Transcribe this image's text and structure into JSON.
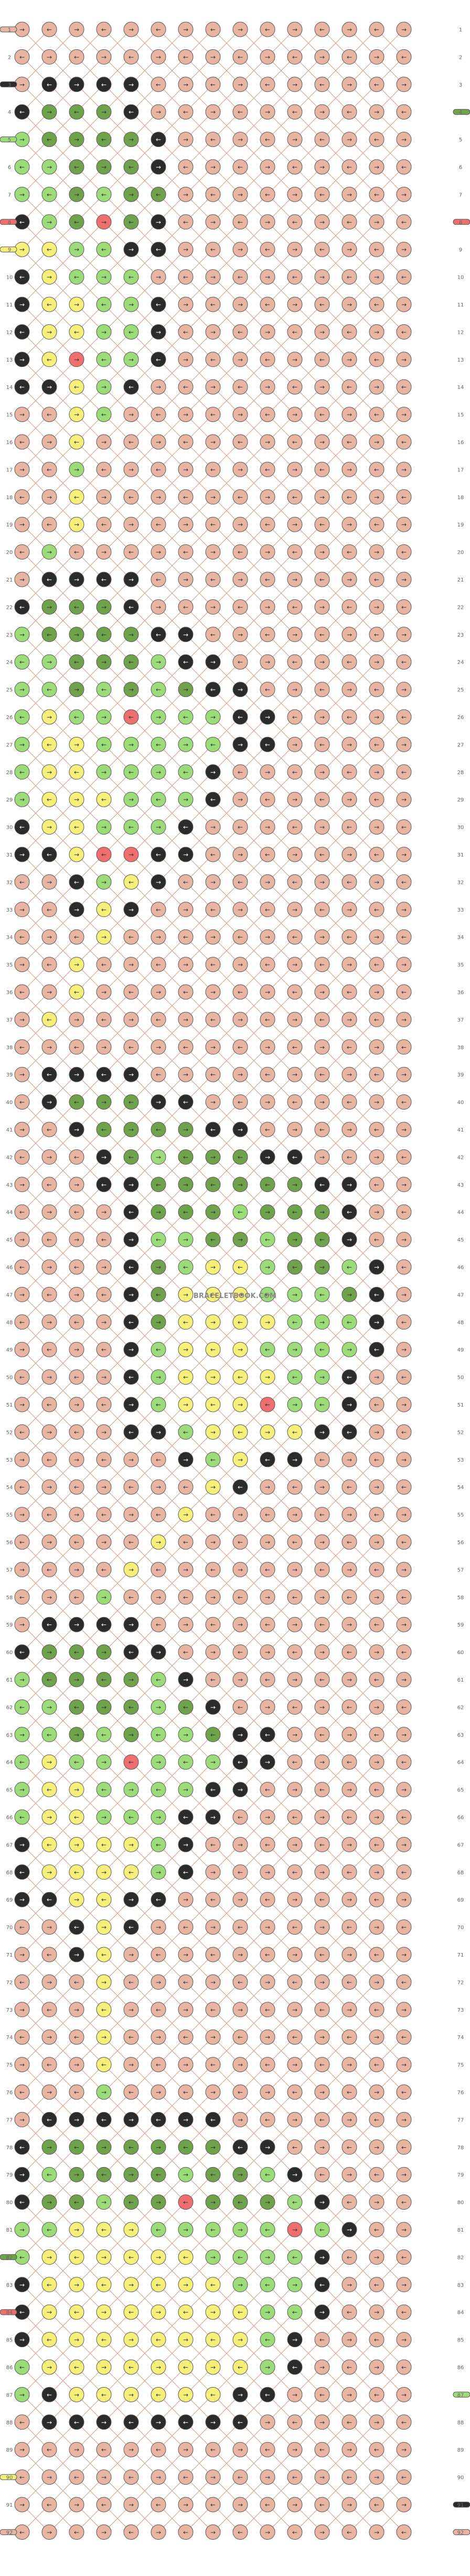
{
  "title": "",
  "watermark": "BRACELETBOOK.COM",
  "grid": {
    "rows": 92,
    "knot_columns": 15,
    "strands": 16
  },
  "colors": {
    "A": "#e8b5a3",
    "B": "#2b2b2b",
    "C": "#6fa24b",
    "D": "#9bdc78",
    "E": "#f6f07a",
    "F": "#ef6f6f"
  },
  "legend_left": [
    {
      "row": 1,
      "color": "A"
    },
    {
      "row": 3,
      "color": "B"
    },
    {
      "row": 5,
      "color": "D"
    },
    {
      "row": 8,
      "color": "F"
    },
    {
      "row": 9,
      "color": "E"
    },
    {
      "row": 82,
      "color": "C"
    },
    {
      "row": 84,
      "color": "F"
    },
    {
      "row": 90,
      "color": "E"
    },
    {
      "row": 92,
      "color": "A"
    }
  ],
  "legend_right": [
    {
      "row": 4,
      "color": "C"
    },
    {
      "row": 8,
      "color": "F"
    },
    {
      "row": 87,
      "color": "D"
    },
    {
      "row": 91,
      "color": "B"
    },
    {
      "row": 92,
      "color": "A"
    }
  ],
  "pattern_rows": [
    "AAAAAAAAAAAAAAA",
    "AAAAAAAAAAAAAAA",
    "ABBBBAAAAAAAAAA",
    "BCCCBAAAAAAAAAA",
    "DCCCCBAAAAAAAAA",
    "DDCCCBAAAAAAAAA",
    "DDCDCCAAAAAAAAA",
    "BDCFCBAAAAAAAAA",
    "EEDDBBAAAAAAAAA",
    "BEDDDAAAAAAAAAA",
    "BEEDDBAAAAAAAAA",
    "BEEDDBAAAAAAAAA",
    "BEFDDBAAAAAAAAA",
    "BBEDBAAAAAAAAAA",
    "AAEDAAAAAAAAAAA",
    "AAEAAAAAAAAAAAA",
    "AADAAAAAAAAAAAA",
    "AAEAAAAAAAAAAAA",
    "AAEAAAAAAAAAAAA",
    "ADAAAAAAAAAAAAA",
    "ABBBBAAAAAAAAAA",
    "BCCCBAAAAAAAAAA",
    "DCCCCBBAAAAAAAA",
    "DDCCCDBBAAAAAAA",
    "DDCDCDCBBAAAAAA",
    "DEDDFDDDBBAAAAA",
    "DEEDDDDDBBAAAAA",
    "DEEDDDDBAAAAAAA",
    "DEEEDDDBAAAAAAA",
    "BEEDDDBAAAAAAAA",
    "BBEFFBBAAAAAAAA",
    "AABDEBAAAAAAAAA",
    "AABEBAAAAAAAAAA",
    "AAAEAAAAAAAAAAA",
    "AAEAAAAAAAAAAAA",
    "AAEAAAAAAAAAAAA",
    "AEAAAAAAAAAAAAA",
    "AAAAAAAAAAAAAAA",
    "ABBBBAAAAAAAAAA",
    "ABCCCBBAAAAAAAA",
    "AABCCCCBBAAAAAA",
    "AAABCDCCCBBAAAA",
    "AAABBCCCCCCBBAA",
    "AAAABCCCDCCCBAA",
    "AAAABDDCCDCCBAA",
    "AAAABCDEEDCCDBA",
    "AAAABCEEEDDDCBA",
    "AAAABCEEEEDDDBA",
    "AAAABDEEEDDDDBA",
    "AAAABDEEEEDDBAA",
    "AAAABDEEEFDDBAA",
    "AAAABBDEEEEBBAA",
    "AAAAAABDEBBAAAA",
    "AAAAAAAEBAAAAAA",
    "AAAAAAEAAAAAAAA",
    "AAAAAEAAAAAAAAA",
    "AAAAEAAAAAAAAAA",
    "AAADAAAAAAAAAAA",
    "ABBBBAAAAAAAAAA",
    "BCCCBBAAAAAAAAA",
    "DCCCCDBAAAAAAAA",
    "DDCCCDCBAAAAAAA",
    "DDCDCDDCBBAAAAA",
    "DEDDFDDDBBAAAAA",
    "DEEDDDDBBAAAAAA",
    "DEEDDDBBAAAAAAA",
    "BEEEEDBAAAAAAAA",
    "BEEEEDBAAAAAAAA",
    "BBEEBBAAAAAAAAA",
    "AABEBAAAAAAAAAA",
    "AABEAAAAAAAAAAA",
    "AAAEAAAAAAAAAAA",
    "AAAEAAAAAAAAAAA",
    "AAAEAAAAAAAAAAA",
    "AAAEAAAAAAAAAAA",
    "AAADAAAAAAAAAAA",
    "ABBBBBBBAAAAAAA",
    "BCCCCCCCBBAAAAA",
    "BDCCCCDCCDBAAAA",
    "BCCDCCFCCCDBAAA",
    "DDEEEDDDDDFDBAA",
    "DEEEEEEDDDDBAAA",
    "BEEEEEEEDDDBAAA",
    "BEEEEEEEEDDBAAA",
    "BEEEEEEEEDBAAAA",
    "DEEEEEEEEDBAAAA",
    "DBEEEEEEBBAAAAA",
    "ABBBBBBBBAAAAAA",
    "AAAAAAAAAAAAAAA",
    "AAAAAAAAAAAAAAA",
    "AAAAAAAAAAAAAAA",
    "AAAAAAAAAAAAAAA"
  ]
}
